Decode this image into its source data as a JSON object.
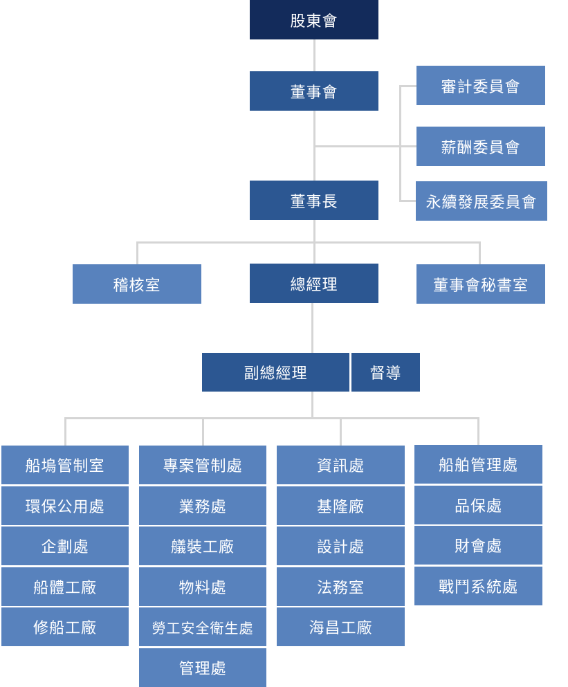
{
  "org": {
    "shareholders": "股東會",
    "board": "董事會",
    "chairman": "董事長",
    "president": "總經理",
    "vp": "副總經理",
    "supervisor": "督導",
    "audit_office": "稽核室",
    "board_secretariat": "董事會秘書室",
    "committees": [
      "審計委員會",
      "薪酬委員會",
      "永續發展委員會"
    ],
    "columns": [
      [
        "船塢管制室",
        "環保公用處",
        "企劃處",
        "船體工廠",
        "修船工廠"
      ],
      [
        "專案管制處",
        "業務處",
        "艤裝工廠",
        "物料處",
        "勞工安全衛生處",
        "管理處"
      ],
      [
        "資訊處",
        "基隆廠",
        "設計處",
        "法務室",
        "海昌工廠"
      ],
      [
        "船舶管理處",
        "品保處",
        "財會處",
        "戰鬥系統處"
      ]
    ]
  },
  "colors": {
    "top": "#132b5b",
    "dark": "#2c5792",
    "mid": "#5882bd",
    "connector": "#d5d5d5"
  }
}
